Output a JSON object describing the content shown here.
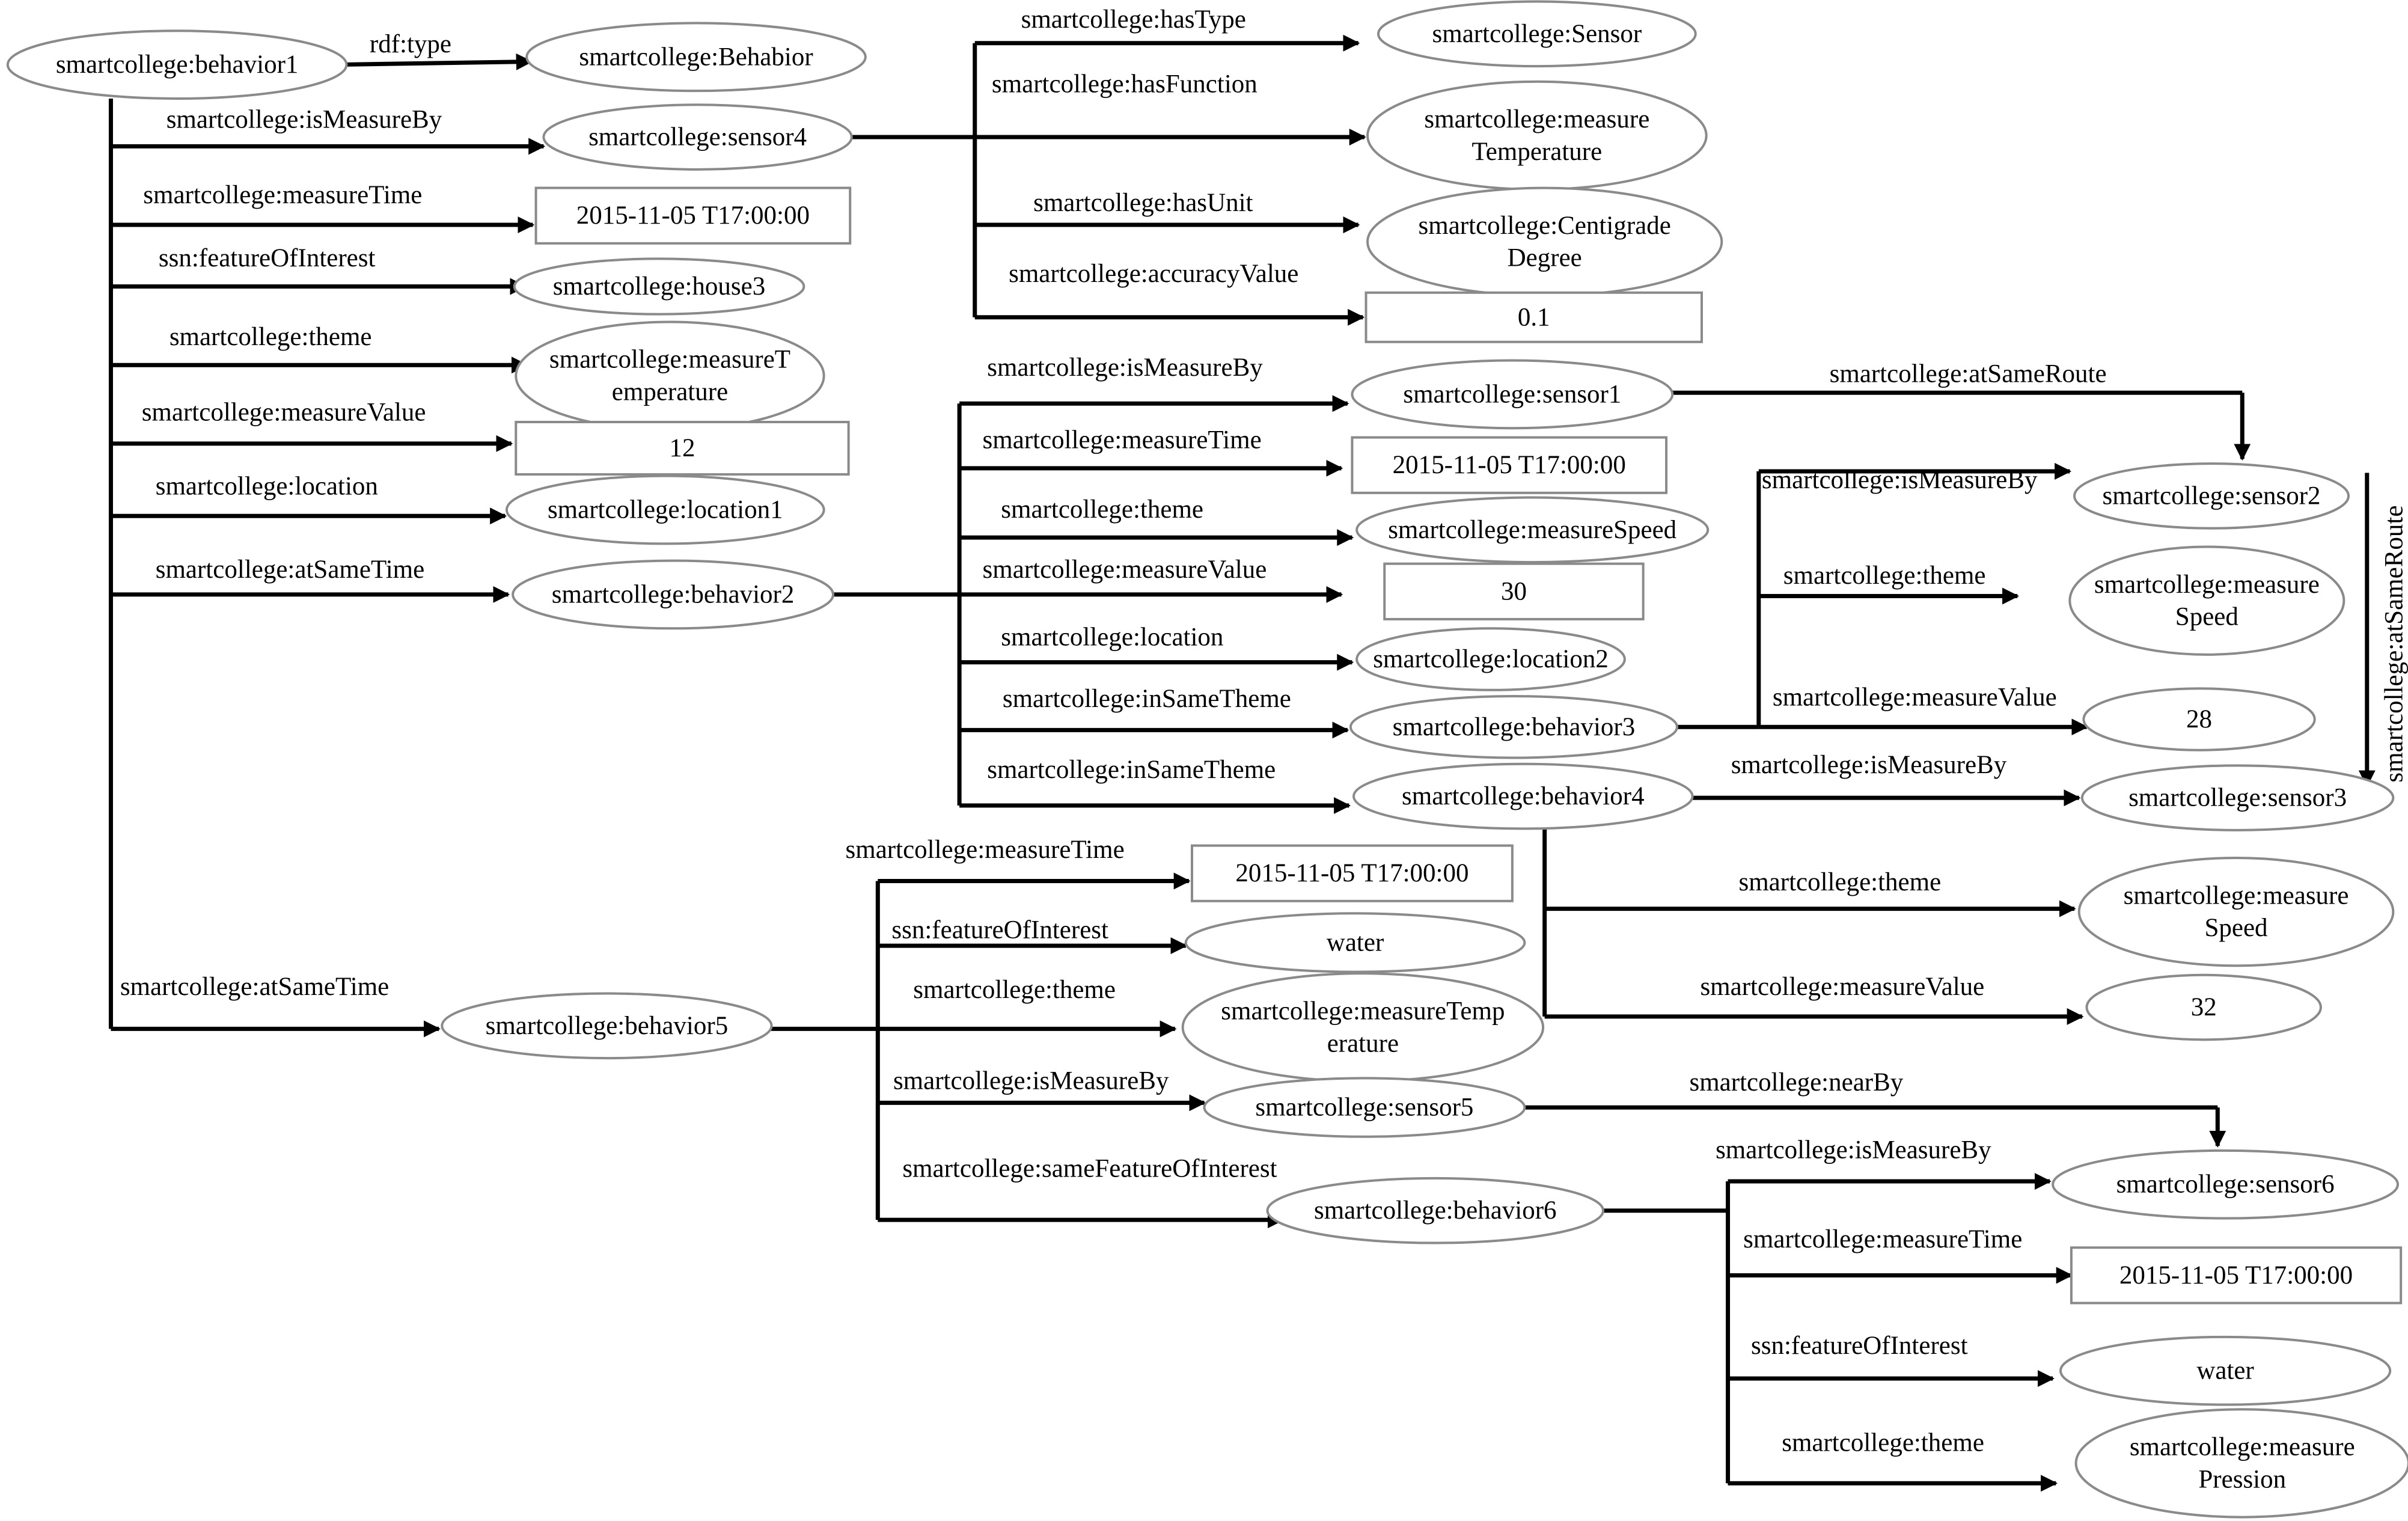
{
  "nodes": {
    "n_behavior1": {
      "lines": [
        "smartcollege:behavior1"
      ]
    },
    "n_behabior": {
      "lines": [
        "smartcollege:Behabior"
      ]
    },
    "n_sensor4": {
      "lines": [
        "smartcollege:sensor4"
      ]
    },
    "n_time1": {
      "lines": [
        "2015-11-05 T17:00:00"
      ]
    },
    "n_house3": {
      "lines": [
        "smartcollege:house3"
      ]
    },
    "n_theme1": {
      "lines": [
        "smartcollege:measureT",
        "emperature"
      ]
    },
    "n_val12": {
      "lines": [
        "12"
      ]
    },
    "n_location1": {
      "lines": [
        "smartcollege:location1"
      ]
    },
    "n_behavior2": {
      "lines": [
        "smartcollege:behavior2"
      ]
    },
    "n_sensor": {
      "lines": [
        "smartcollege:Sensor"
      ]
    },
    "n_mtemp": {
      "lines": [
        "smartcollege:measure",
        "Temperature"
      ]
    },
    "n_centi": {
      "lines": [
        "smartcollege:Centigrade",
        "Degree"
      ]
    },
    "n_acc": {
      "lines": [
        "0.1"
      ]
    },
    "n_sensor1": {
      "lines": [
        "smartcollege:sensor1"
      ]
    },
    "n_time2": {
      "lines": [
        "2015-11-05 T17:00:00"
      ]
    },
    "n_mspeed": {
      "lines": [
        "smartcollege:measureSpeed"
      ]
    },
    "n_val30": {
      "lines": [
        "30"
      ]
    },
    "n_location2": {
      "lines": [
        "smartcollege:location2"
      ]
    },
    "n_behavior3": {
      "lines": [
        "smartcollege:behavior3"
      ]
    },
    "n_behavior4": {
      "lines": [
        "smartcollege:behavior4"
      ]
    },
    "n_sensor2": {
      "lines": [
        "smartcollege:sensor2"
      ]
    },
    "n_speed3": {
      "lines": [
        "smartcollege:measure",
        "Speed"
      ]
    },
    "n_val28": {
      "lines": [
        "28"
      ]
    },
    "n_sensor3": {
      "lines": [
        "smartcollege:sensor3"
      ]
    },
    "n_speed4": {
      "lines": [
        "smartcollege:measure",
        "Speed"
      ]
    },
    "n_val32": {
      "lines": [
        "32"
      ]
    },
    "n_behavior5": {
      "lines": [
        "smartcollege:behavior5"
      ]
    },
    "n_time5": {
      "lines": [
        "2015-11-05 T17:00:00"
      ]
    },
    "n_water5": {
      "lines": [
        "water"
      ]
    },
    "n_temp5": {
      "lines": [
        "smartcollege:measureTemp",
        "erature"
      ]
    },
    "n_sensor5": {
      "lines": [
        "smartcollege:sensor5"
      ]
    },
    "n_behavior6": {
      "lines": [
        "smartcollege:behavior6"
      ]
    },
    "n_sensor6": {
      "lines": [
        "smartcollege:sensor6"
      ]
    },
    "n_time6": {
      "lines": [
        "2015-11-05 T17:00:00"
      ]
    },
    "n_water6": {
      "lines": [
        "water"
      ]
    },
    "n_pression": {
      "lines": [
        "smartcollege:measure",
        "Pression"
      ]
    }
  },
  "edge_labels": {
    "e_rdftype": "rdf:type",
    "e_b1_isMeasureBy": "smartcollege:isMeasureBy",
    "e_b1_measureTime": "smartcollege:measureTime",
    "e_b1_featureOfInterest": "ssn:featureOfInterest",
    "e_b1_theme": "smartcollege:theme",
    "e_b1_measureValue": "smartcollege:measureValue",
    "e_b1_location": "smartcollege:location",
    "e_b1_atSameTime1": "smartcollege:atSameTime",
    "e_b1_atSameTime2": "smartcollege:atSameTime",
    "e_s4_hasType": "smartcollege:hasType",
    "e_s4_hasFunction": "smartcollege:hasFunction",
    "e_s4_hasUnit": "smartcollege:hasUnit",
    "e_s4_accuracyValue": "smartcollege:accuracyValue",
    "e_b2_isMeasureBy": "smartcollege:isMeasureBy",
    "e_b2_measureTime": "smartcollege:measureTime",
    "e_b2_theme": "smartcollege:theme",
    "e_b2_measureValue": "smartcollege:measureValue",
    "e_b2_location": "smartcollege:location",
    "e_b2_inSameTheme1": "smartcollege:inSameTheme",
    "e_b2_inSameTheme2": "smartcollege:inSameTheme",
    "e_s1_atSameRoute": "smartcollege:atSameRoute",
    "e_s2_atSameRoute": "smartcollege:atSameRoute",
    "e_b3_isMeasureBy": "smartcollege:isMeasureBy",
    "e_b3_theme": "smartcollege:theme",
    "e_b3_measureValue": "smartcollege:measureValue",
    "e_b4_isMeasureBy": "smartcollege:isMeasureBy",
    "e_b4_theme": "smartcollege:theme",
    "e_b4_measureValue": "smartcollege:measureValue",
    "e_b5_measureTime": "smartcollege:measureTime",
    "e_b5_featureOfInterest": "ssn:featureOfInterest",
    "e_b5_theme": "smartcollege:theme",
    "e_b5_isMeasureBy": "smartcollege:isMeasureBy",
    "e_b5_sameFeatureOfInterest": "smartcollege:sameFeatureOfInterest",
    "e_s5_nearBy": "smartcollege:nearBy",
    "e_b6_isMeasureBy": "smartcollege:isMeasureBy",
    "e_b6_measureTime": "smartcollege:measureTime",
    "e_b6_featureOfInterest": "ssn:featureOfInterest",
    "e_b6_theme": "smartcollege:theme"
  }
}
